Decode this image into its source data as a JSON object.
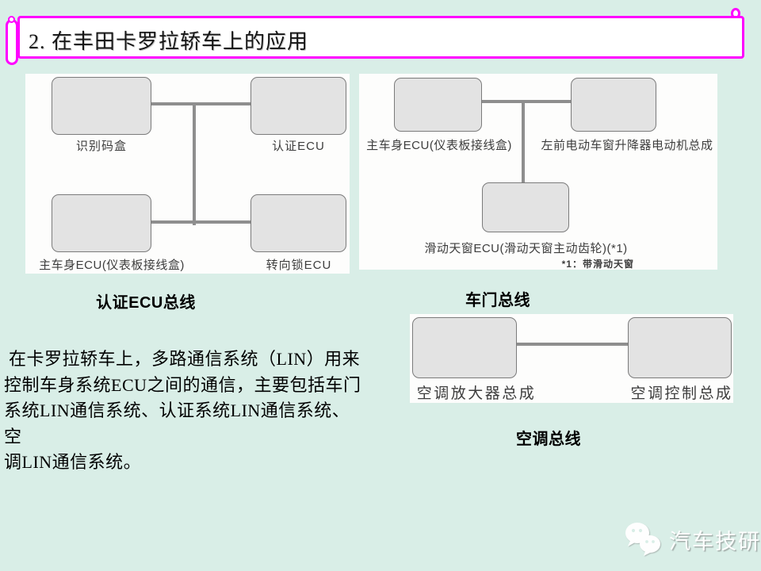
{
  "title": "2. 在丰田卡罗拉轿车上的应用",
  "diagrams": {
    "auth": {
      "caption": "认证ECU总线",
      "nodes": {
        "id_code_box": "识别码盒",
        "auth_ecu": "认证ECU",
        "main_body_ecu": "主车身ECU(仪表板接线盒)",
        "steering_lock_ecu": "转向锁ECU"
      }
    },
    "door": {
      "caption": "车门总线",
      "nodes": {
        "main_body_ecu": "主车身ECU(仪表板接线盒)",
        "window_motor": "左前电动车窗升降器电动机总成",
        "sunroof_ecu": "滑动天窗ECU(滑动天窗主动齿轮)(*1)"
      },
      "footnote": "*1：带滑动天窗"
    },
    "ac": {
      "caption": "空调总线",
      "nodes": {
        "ac_amplifier": "空调放大器总成",
        "ac_control": "空调控制总成"
      }
    }
  },
  "paragraph": {
    "lines": [
      " 在卡罗拉轿车上，多路通信系统（LIN）用来",
      "控制车身系统ECU之间的通信，主要包括车门",
      "系统LIN通信系统、认证系统LIN通信系统、",
      "空",
      "调LIN通信系统。"
    ]
  },
  "watermark": {
    "label": "汽车技研",
    "icon": "wechat-chat-bubbles"
  },
  "colors": {
    "background": "#d9eee7",
    "accent_magenta": "#ff00ff",
    "panel_white": "#fdfdfc",
    "box_fill": "#e3e3e3",
    "box_border": "#7b7b7b",
    "bus_line": "#8e8e8e",
    "label_gray": "#3d3d3d"
  }
}
